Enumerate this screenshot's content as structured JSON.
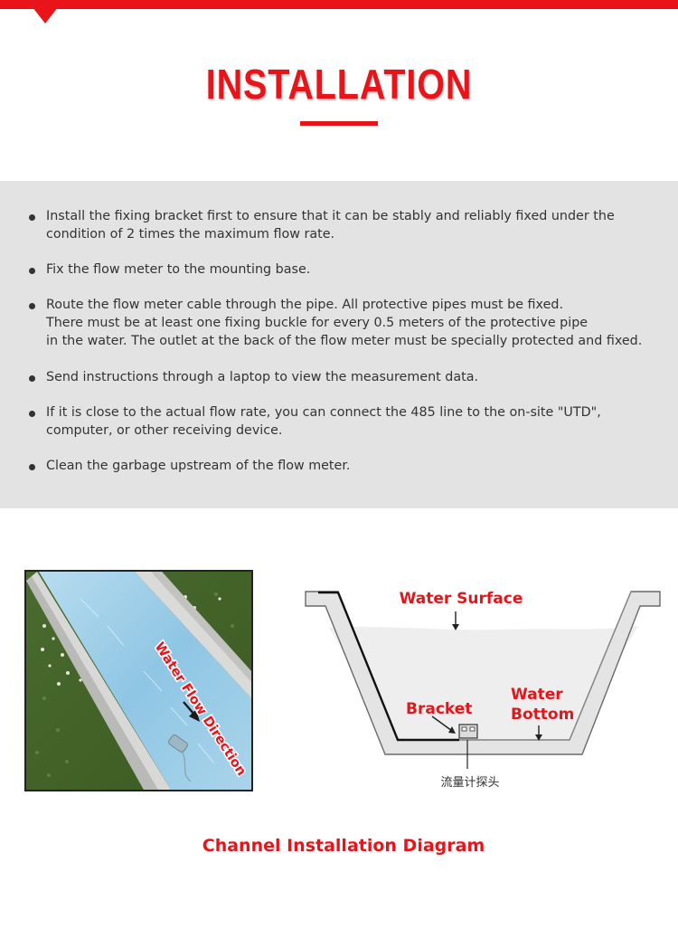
{
  "header": {
    "title": "INSTALLATION"
  },
  "instructions": [
    "Install the fixing bracket first to ensure that it can be stably and reliably fixed under the\ncondition of 2 times the maximum flow rate.",
    "Fix the flow meter to the mounting base.",
    "Route the flow meter cable through the pipe. All protective pipes must be fixed.\nThere must be at least one fixing buckle for every 0.5 meters of the protective pipe\nin the water. The outlet at the back of the flow meter must be specially protected and fixed.",
    "Send instructions through a laptop to view the measurement data.",
    "If it is close to the actual flow rate, you can connect the 485 line to the on-site \"UTD\",\ncomputer, or other receiving device.",
    "Clean the garbage upstream of the flow meter."
  ],
  "photo": {
    "arrow_label": "Water Flow Direction"
  },
  "diagram": {
    "water_surface": "Water Surface",
    "bracket": "Bracket",
    "water_bottom_line1": "Water",
    "water_bottom_line2": "Bottom",
    "probe_label": "流量计探头"
  },
  "caption": "Channel Installation Diagram",
  "colors": {
    "accent": "#e8141a",
    "panel": "#e3e3e3",
    "text": "#333333"
  }
}
